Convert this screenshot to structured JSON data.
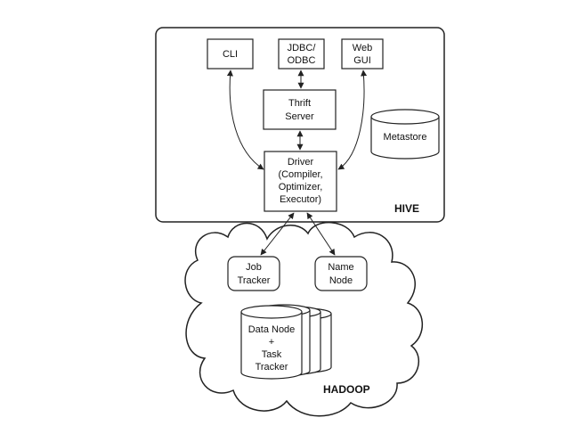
{
  "hive": {
    "label": "HIVE",
    "cli": "CLI",
    "jdbc_odbc": [
      "JDBC/",
      "ODBC"
    ],
    "web_gui": [
      "Web",
      "GUI"
    ],
    "thrift_server": [
      "Thrift",
      "Server"
    ],
    "metastore": "Metastore",
    "driver": [
      "Driver",
      "(Compiler,",
      "Optimizer,",
      "Executor)"
    ]
  },
  "hadoop": {
    "label": "HADOOP",
    "job_tracker": [
      "Job",
      "Tracker"
    ],
    "name_node": [
      "Name",
      "Node"
    ],
    "data_node": [
      "Data Node",
      "+",
      "Task",
      "Tracker"
    ]
  }
}
